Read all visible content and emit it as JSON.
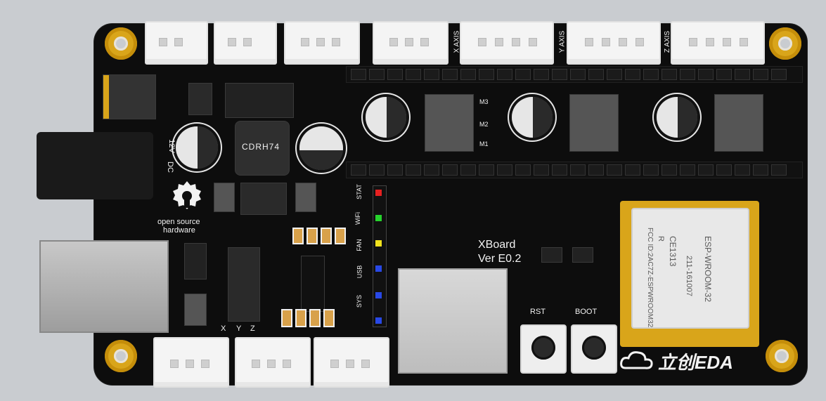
{
  "board": {
    "name": "XBoard",
    "version": "Ver E0.2",
    "brand": "立创EDA",
    "oshw_line1": "open source",
    "oshw_line2": "hardware",
    "inductor_label": "CDRH74",
    "dc_label": "12V",
    "dc_prefix": "DC",
    "axis_labels": [
      "X AXIS",
      "Y AXIS",
      "Z AXIS"
    ],
    "bottom_labels": [
      "X",
      "Y",
      "Z"
    ],
    "driver_jumpers": [
      "M1",
      "M2",
      "M3"
    ],
    "led_labels": [
      "STAT",
      "WiFi",
      "FAN",
      "USB",
      "SYS"
    ],
    "buttons": {
      "rst": "RST",
      "boot": "BOOT"
    },
    "module": {
      "name": "ESP-WROOM-32",
      "fcc": "FCC ID:2AC7Z-ESPWROOM32",
      "ce": "CE1313",
      "code": "211-161007",
      "r": "R"
    }
  },
  "colors": {
    "pcb": "#0d0d0d",
    "gold": "#d9a51a",
    "silk": "#f2f2f2"
  }
}
